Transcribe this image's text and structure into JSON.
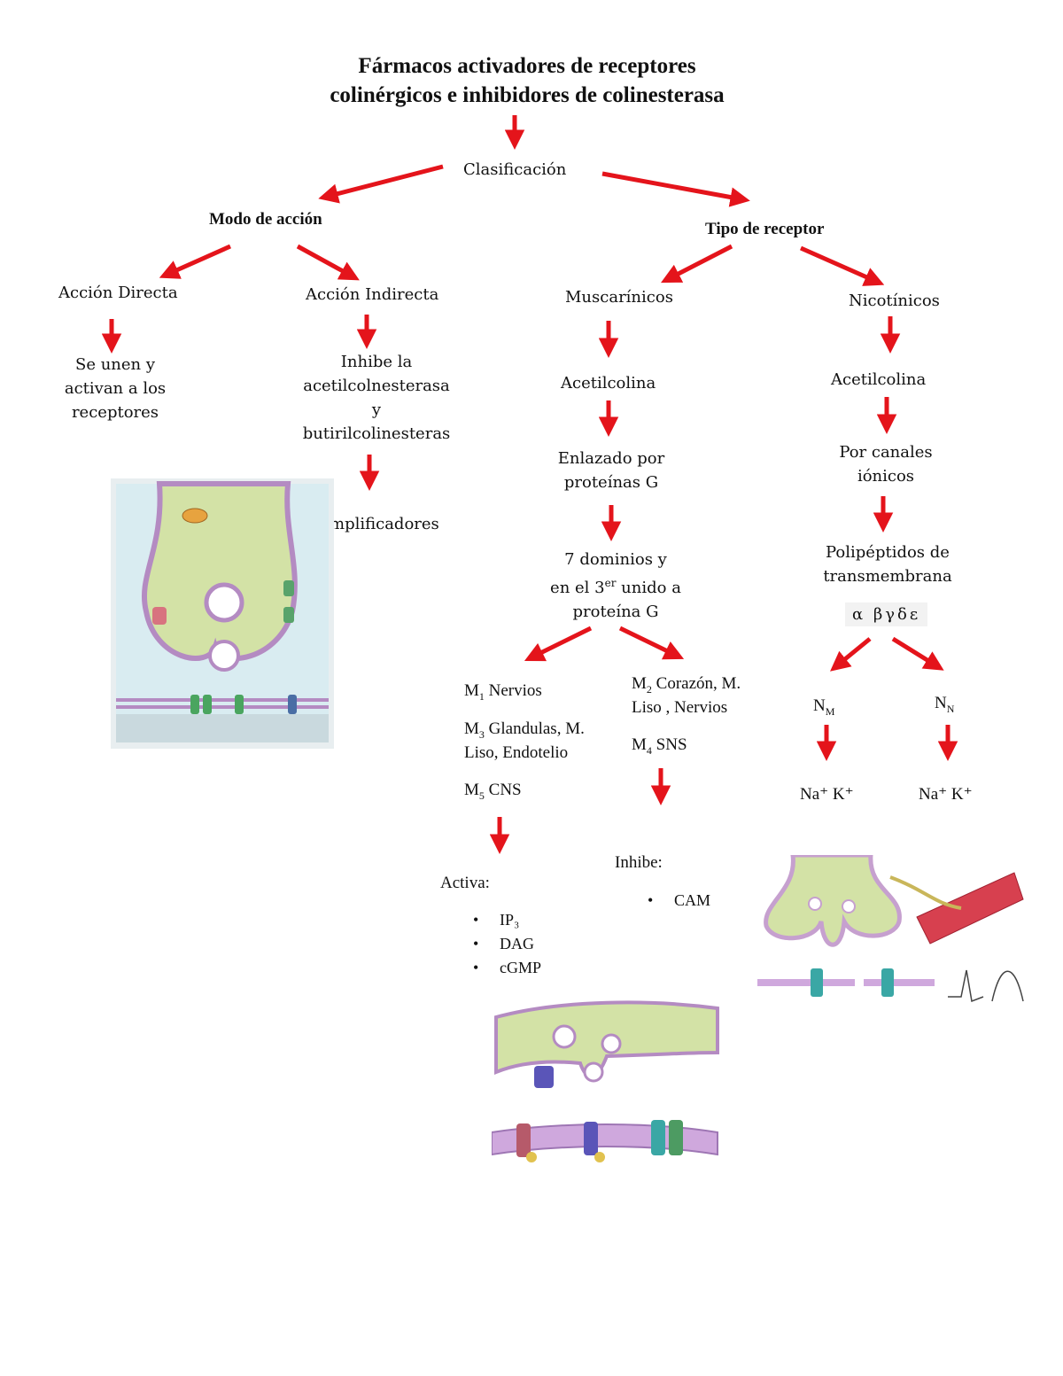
{
  "title": {
    "line1": "Fármacos activadores de receptores",
    "line2": "colinérgicos e inhibidores de colinesterasa"
  },
  "classification": "Clasificación",
  "mode": {
    "heading": "Modo de acción",
    "direct": {
      "label": "Acción Directa",
      "desc": [
        "Se unen y",
        "activan a los",
        "receptores"
      ]
    },
    "indirect": {
      "label": "Acción Indirecta",
      "desc": [
        "Inhibe la",
        "acetilcolnesterasa",
        "y",
        "butirilcolinesteras"
      ],
      "result": "Amplificadores"
    }
  },
  "receptor": {
    "heading": "Tipo de receptor",
    "muscarinic": {
      "label": "Muscarínicos",
      "ligand": "Acetilcolina",
      "coupling": [
        "Enlazado por",
        "proteínas G"
      ],
      "structure": {
        "line1": "7 dominios y",
        "line2_pre": "en el 3",
        "line2_sup": "er",
        "line2_post": " unido a",
        "line3": "proteína G"
      },
      "left_group": [
        {
          "pre": "M",
          "sub": "1",
          "text": " Nervios"
        },
        {
          "pre": "M",
          "sub": "3",
          "text": " Glandulas, M.",
          "text2": "Liso, Endotelio"
        },
        {
          "pre": "M",
          "sub": "5",
          "text": " CNS"
        }
      ],
      "right_group": [
        {
          "pre": "M",
          "sub": "2",
          "text": " Corazón, M.",
          "text2": "Liso , Nervios"
        },
        {
          "pre": "M",
          "sub": "4",
          "text": " SNS"
        }
      ],
      "activates": {
        "label": "Activa:",
        "items": [
          "IP₃",
          "DAG",
          "cGMP"
        ]
      },
      "inhibits": {
        "label": "Inhibe:",
        "items": [
          "CAM"
        ]
      }
    },
    "nicotinic": {
      "label": "Nicotínicos",
      "ligand": "Acetilcolina",
      "mechanism": [
        "Por canales",
        "iónicos"
      ],
      "structure": [
        "Polipéptidos de",
        "transmembrana"
      ],
      "subunits": "α βγδε",
      "subtypes": [
        {
          "pre": "N",
          "sub": "M",
          "ions": "Na⁺ K⁺"
        },
        {
          "pre": "N",
          "sub": "N",
          "ions": "Na⁺ K⁺"
        }
      ]
    }
  },
  "colors": {
    "arrow": "#e4141b",
    "cell": "#d3e2a6",
    "membrane": "#c6a0cf",
    "bg_fig": "#dceef2"
  }
}
